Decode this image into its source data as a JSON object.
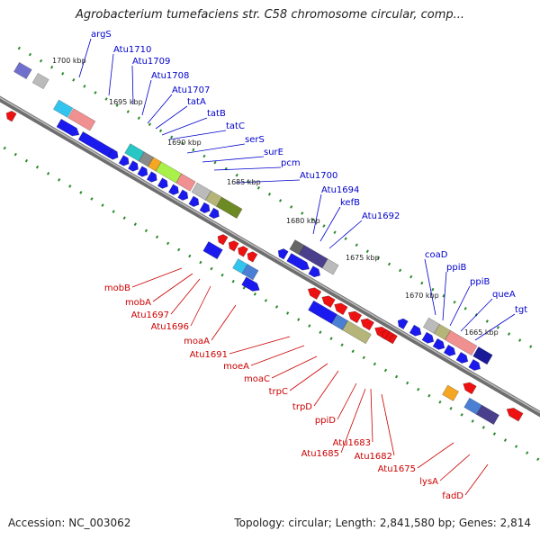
{
  "title": "Agrobacterium tumefaciens str. C58 chromosome circular, comp...",
  "footer": {
    "accession": "Accession: NC_003062",
    "topology": "Topology: circular; Length: 2,841,580 bp; Genes: 2,814"
  },
  "colors": {
    "forward_label": "#0000cc",
    "reverse_label": "#cc0000",
    "forward_gene": "#1a1aee",
    "reverse_gene": "#ee1111",
    "backbone": "#888888",
    "tick": "#2a8a2a"
  },
  "kbp_markers": [
    "1700 kbp",
    "1695 kbp",
    "1690 kbp",
    "1685 kbp",
    "1680 kbp",
    "1675 kbp",
    "1670 kbp",
    "1665 kbp"
  ],
  "forward_labels": [
    "argS",
    "Atu1710",
    "Atu1709",
    "Atu1708",
    "Atu1707",
    "tatA",
    "tatB",
    "tatC",
    "serS",
    "surE",
    "pcm",
    "Atu1700",
    "Atu1694",
    "kefB",
    "Atu1692",
    "coaD",
    "ppiB",
    "ppiB",
    "queA",
    "tgt"
  ],
  "reverse_labels": [
    "mobB",
    "mobA",
    "Atu1697",
    "Atu1696",
    "moaA",
    "Atu1691",
    "moeA",
    "moaC",
    "trpC",
    "trpD",
    "ppiD",
    "Atu1683",
    "Atu1685",
    "Atu1682",
    "Atu1675",
    "lysA",
    "fadD"
  ]
}
